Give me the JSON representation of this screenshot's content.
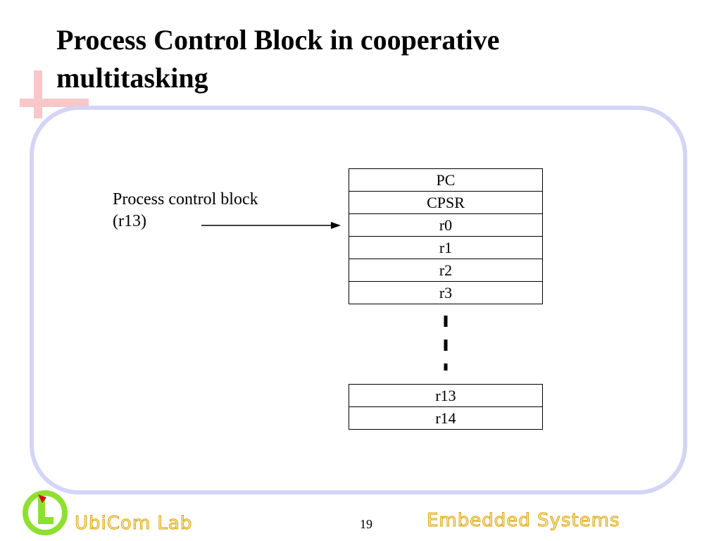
{
  "slide": {
    "title_line1": "Process Control Block in cooperative",
    "title_line2": "multitasking",
    "pointer_label_line1": "Process control block",
    "pointer_label_line2": "(r13)",
    "registers_top": [
      "PC",
      "CPSR",
      "r0",
      "r1",
      "r2",
      "r3"
    ],
    "registers_bottom": [
      "r13",
      "r14"
    ],
    "page_number": "19"
  },
  "footer": {
    "left_text": "UbiCom Lab",
    "right_text": "Embedded Systems"
  },
  "colors": {
    "frame_border": "#d4d4f7",
    "accent_cross": "#f7c7c9",
    "logo_green": "#8ee030",
    "footer_text_fill": "#f2f0c2",
    "footer_text_outline": "#e0a000"
  }
}
